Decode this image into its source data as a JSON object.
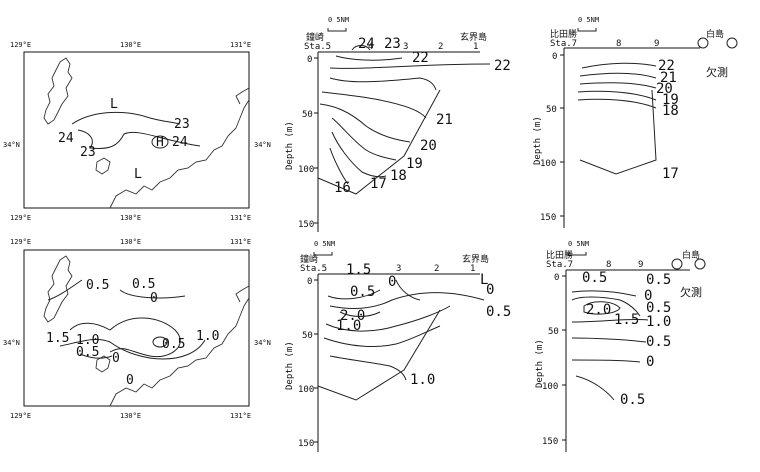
{
  "maps": {
    "lon_ticks": [
      "129°E",
      "130°E",
      "131°E"
    ],
    "lat_tick": "34°N",
    "top_labels": [
      "L",
      "23",
      "24",
      "23",
      "L",
      "H",
      "24"
    ],
    "bottom_labels": [
      "0.5",
      "0.5",
      "0",
      "1.5",
      "1.0",
      "0.5",
      "0",
      "0.5",
      "1.0",
      "0"
    ]
  },
  "sections": {
    "depth_label": "Depth (m)",
    "depth_ticks": [
      "0",
      "50",
      "100",
      "150"
    ],
    "scale_text": "0  5NM",
    "left_header": {
      "start_station": "Sta.5",
      "start_name": "鐘崎",
      "end_name": "玄界島",
      "stations": [
        "4",
        "3",
        "2",
        "1"
      ]
    },
    "right_header": {
      "start_station": "Sta.7",
      "start_name": "比田勝",
      "end_name": "白島",
      "stations": [
        "8",
        "9"
      ]
    },
    "missing_note": "欠測",
    "temp_left_labels": [
      "24",
      "23",
      "22",
      "22",
      "21",
      "20",
      "19",
      "18",
      "17",
      "16"
    ],
    "temp_right_labels": [
      "22",
      "21",
      "20",
      "19",
      "18",
      "17"
    ],
    "sal_left_labels": [
      "1.5",
      "0.5",
      "0",
      "2.0",
      "1.0",
      "L",
      "0",
      "0.5",
      "1.0"
    ],
    "sal_right_labels": [
      "0.5",
      "0.5",
      "0",
      "2.0",
      "0.5",
      "1.5",
      "1.0",
      "0.5",
      "0",
      "0.5"
    ]
  }
}
